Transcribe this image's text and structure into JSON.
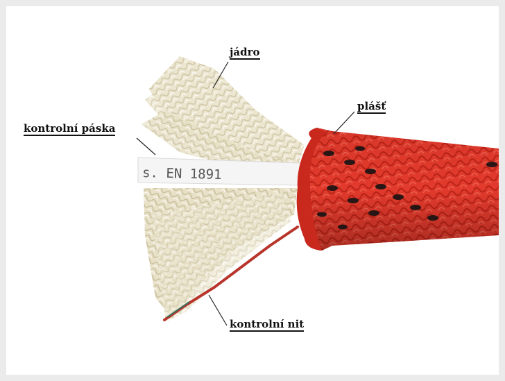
{
  "labels": {
    "core": "jádro",
    "sheath": "plášť",
    "control_tape": "kontrolní páska",
    "control_thread": "kontrolní nit"
  },
  "tape_text": "s. EN  1891",
  "colors": {
    "sheath": "#e23a2c",
    "sheath_dark": "#b82217",
    "sheath_pattern": "#1a1414",
    "core": "#e9e3cc",
    "core_shadow": "#cfc7a8",
    "tape": "#f4f4f4",
    "control_thread": "#c0392b"
  }
}
